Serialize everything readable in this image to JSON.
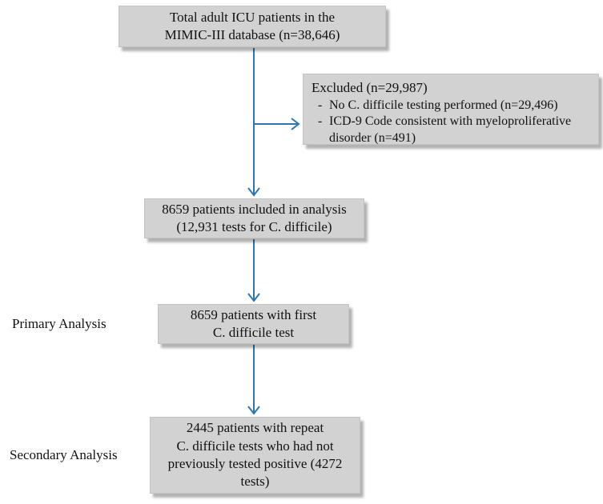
{
  "diagram": {
    "type": "patient-flow-chart",
    "boxes": {
      "total": {
        "lines": [
          "Total adult ICU patients in the",
          "MIMIC-III database (n=38,646)"
        ]
      },
      "excluded": {
        "title": "Excluded (n=29,987)",
        "bullets": [
          {
            "marker": "-",
            "text": "No C. difficile testing performed (n=29,496)"
          },
          {
            "marker": "-",
            "text": "ICD-9 Code consistent with myeloproliferative disorder (n=491)"
          }
        ]
      },
      "included": {
        "lines": [
          "8659 patients included in analysis",
          "(12,931 tests for C. difficile)"
        ]
      },
      "primary": {
        "lines": [
          "8659 patients with first",
          "C. difficile test"
        ]
      },
      "secondary": {
        "lines": [
          "2445 patients with repeat",
          "C. difficile tests who had not",
          "previously tested positive (4272",
          "tests)"
        ]
      }
    },
    "side_labels": {
      "primary": "Primary Analysis",
      "secondary": "Secondary Analysis"
    },
    "colors": {
      "box_fill": "#d2d2d2",
      "arrow": "#2e75b6",
      "text": "#111111",
      "background": "#ffffff"
    }
  }
}
